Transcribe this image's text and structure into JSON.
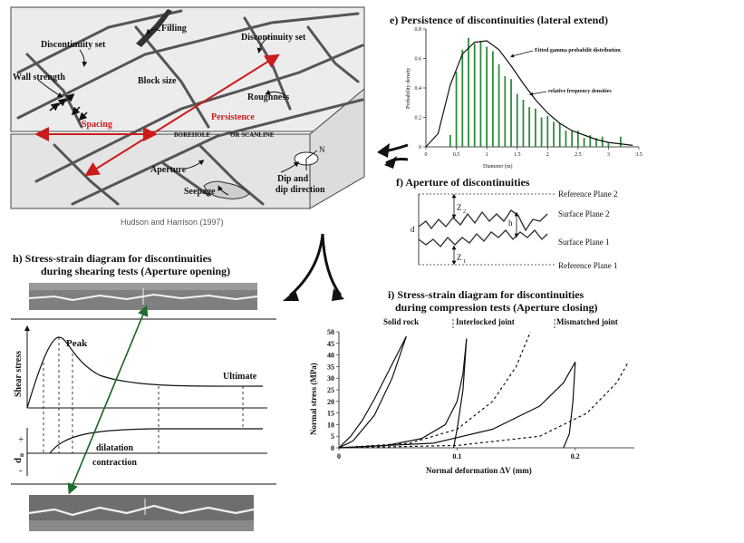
{
  "block_panel": {
    "labels": {
      "filling": "Filling",
      "disc_set_1": "Discontinuity set",
      "disc_set_2": "Discontinuity set",
      "wall_strength": "Wall strength",
      "block_size": "Block size",
      "roughness": "Roughness",
      "spacing": "Spacing",
      "persistence": "Persistence",
      "borehole": "BOREHOLE",
      "or_scanline": "OR SCANLINE",
      "aperture": "Aperture",
      "seepage": "Seepage",
      "dip_1": "Dip and",
      "dip_2": "dip direction",
      "north": "N"
    },
    "credit": "Hudson and Harrison (1997)"
  },
  "persistence_panel": {
    "title": "e) Persistence of discontinuities (lateral extend)",
    "ylabel": "Probability density",
    "xlabel": "Diameter (m)",
    "fit_label": "Fitted gamma probabilit distribution",
    "rel_label": "relative frequency densities"
  },
  "aperture_panel": {
    "title": "f) Aperture of discontinuities",
    "ref2": "Reference Plane 2",
    "surf2": "Surface Plane 2",
    "surf1": "Surface Plane 1",
    "ref1": "Reference Plane 1",
    "z2": "Z",
    "z2_sub": "2",
    "z1": "Z",
    "z1_sub": "1",
    "h": "h",
    "d": "d"
  },
  "shear_panel": {
    "title_1": "h) Stress-strain diagram for discontinuities",
    "title_2": "during shearing tests (Aperture opening)",
    "peak": "Peak",
    "ultimate": "Ultimate",
    "shear_stress": "Shear stress",
    "dn": "d",
    "dn_sub": "n",
    "plus": "+",
    "minus": "-",
    "dilatation": "dilatation",
    "contraction": "contraction"
  },
  "compression_panel": {
    "title_1": "i) Stress-strain diagram for discontinuities",
    "title_2": "during compression tests (Aperture closing)",
    "solid_rock": "Solid rock",
    "interlocked": "Interlocked joint",
    "mismatched": "Mismatched joint",
    "ylabel": "Normal stress (MPa)",
    "xlabel": "Normal deformation ΔV (mm)"
  },
  "chart_data": [
    {
      "type": "bar",
      "title": "e) Persistence of discontinuities (lateral extend)",
      "xlabel": "Diameter (m)",
      "ylabel": "Probability density",
      "xlim": [
        0,
        3.5
      ],
      "ylim": [
        0,
        0.8
      ],
      "xticks": [
        "0",
        "0.5",
        "1",
        "1.5",
        "2",
        "2.5",
        "3",
        "3.5"
      ],
      "yticks": [
        "0",
        "0.2",
        "0.4",
        "0.6",
        "0.8"
      ],
      "bar_color": "#2e8b3e",
      "bars": {
        "name": "relative frequency densities",
        "x": [
          0.4,
          0.5,
          0.6,
          0.7,
          0.8,
          0.9,
          1.0,
          1.1,
          1.2,
          1.3,
          1.4,
          1.5,
          1.6,
          1.7,
          1.8,
          1.9,
          2.0,
          2.1,
          2.2,
          2.3,
          2.4,
          2.5,
          2.6,
          2.7,
          2.8,
          2.9,
          3.0,
          3.2
        ],
        "values": [
          0.08,
          0.51,
          0.66,
          0.74,
          0.7,
          0.72,
          0.68,
          0.65,
          0.56,
          0.48,
          0.46,
          0.36,
          0.32,
          0.27,
          0.26,
          0.2,
          0.21,
          0.17,
          0.16,
          0.11,
          0.11,
          0.11,
          0.06,
          0.08,
          0.06,
          0.07,
          0.03,
          0.07
        ]
      },
      "curve": {
        "name": "Fitted gamma probabilit distribution",
        "x": [
          0.0,
          0.2,
          0.4,
          0.6,
          0.8,
          1.0,
          1.2,
          1.4,
          1.6,
          1.8,
          2.0,
          2.2,
          2.4,
          2.6,
          2.8,
          3.0,
          3.2,
          3.4
        ],
        "values": [
          0.0,
          0.09,
          0.42,
          0.63,
          0.71,
          0.72,
          0.66,
          0.55,
          0.43,
          0.32,
          0.23,
          0.16,
          0.11,
          0.08,
          0.05,
          0.03,
          0.02,
          0.01
        ]
      }
    },
    {
      "type": "line",
      "title": "i) Stress-strain diagram for discontinuities during compression tests (Aperture closing)",
      "xlabel": "Normal deformation ΔV (mm)",
      "ylabel": "Normal stress (MPa)",
      "xlim": [
        0,
        0.25
      ],
      "ylim": [
        0,
        50
      ],
      "xticks": [
        "0",
        "0.1",
        "0.2"
      ],
      "yticks": [
        "0",
        "5",
        "10",
        "15",
        "20",
        "25",
        "30",
        "35",
        "40",
        "45",
        "50"
      ],
      "series": [
        {
          "name": "Solid rock",
          "style": "solid",
          "x": [
            0,
            0.01,
            0.02,
            0.03,
            0.04,
            0.05,
            0.057
          ],
          "values": [
            0,
            5,
            12,
            21,
            31,
            41,
            48
          ]
        },
        {
          "name": "Interlocked joint",
          "style": "solid",
          "x": [
            0,
            0.04,
            0.07,
            0.09,
            0.1,
            0.105,
            0.108
          ],
          "values": [
            0,
            1,
            4,
            10,
            20,
            32,
            47
          ]
        },
        {
          "name": "Interlocked joint",
          "style": "dashed",
          "x": [
            0,
            0.06,
            0.1,
            0.13,
            0.15,
            0.162
          ],
          "values": [
            0,
            2,
            8,
            20,
            35,
            50
          ]
        },
        {
          "name": "Mismatched joint",
          "style": "solid",
          "x": [
            0,
            0.08,
            0.13,
            0.17,
            0.19,
            0.2
          ],
          "values": [
            0,
            2,
            8,
            18,
            28,
            37
          ]
        },
        {
          "name": "Mismatched joint",
          "style": "dashed",
          "x": [
            0,
            0.1,
            0.17,
            0.21,
            0.235,
            0.245
          ],
          "values": [
            0,
            1,
            5,
            15,
            28,
            37
          ]
        }
      ]
    }
  ]
}
